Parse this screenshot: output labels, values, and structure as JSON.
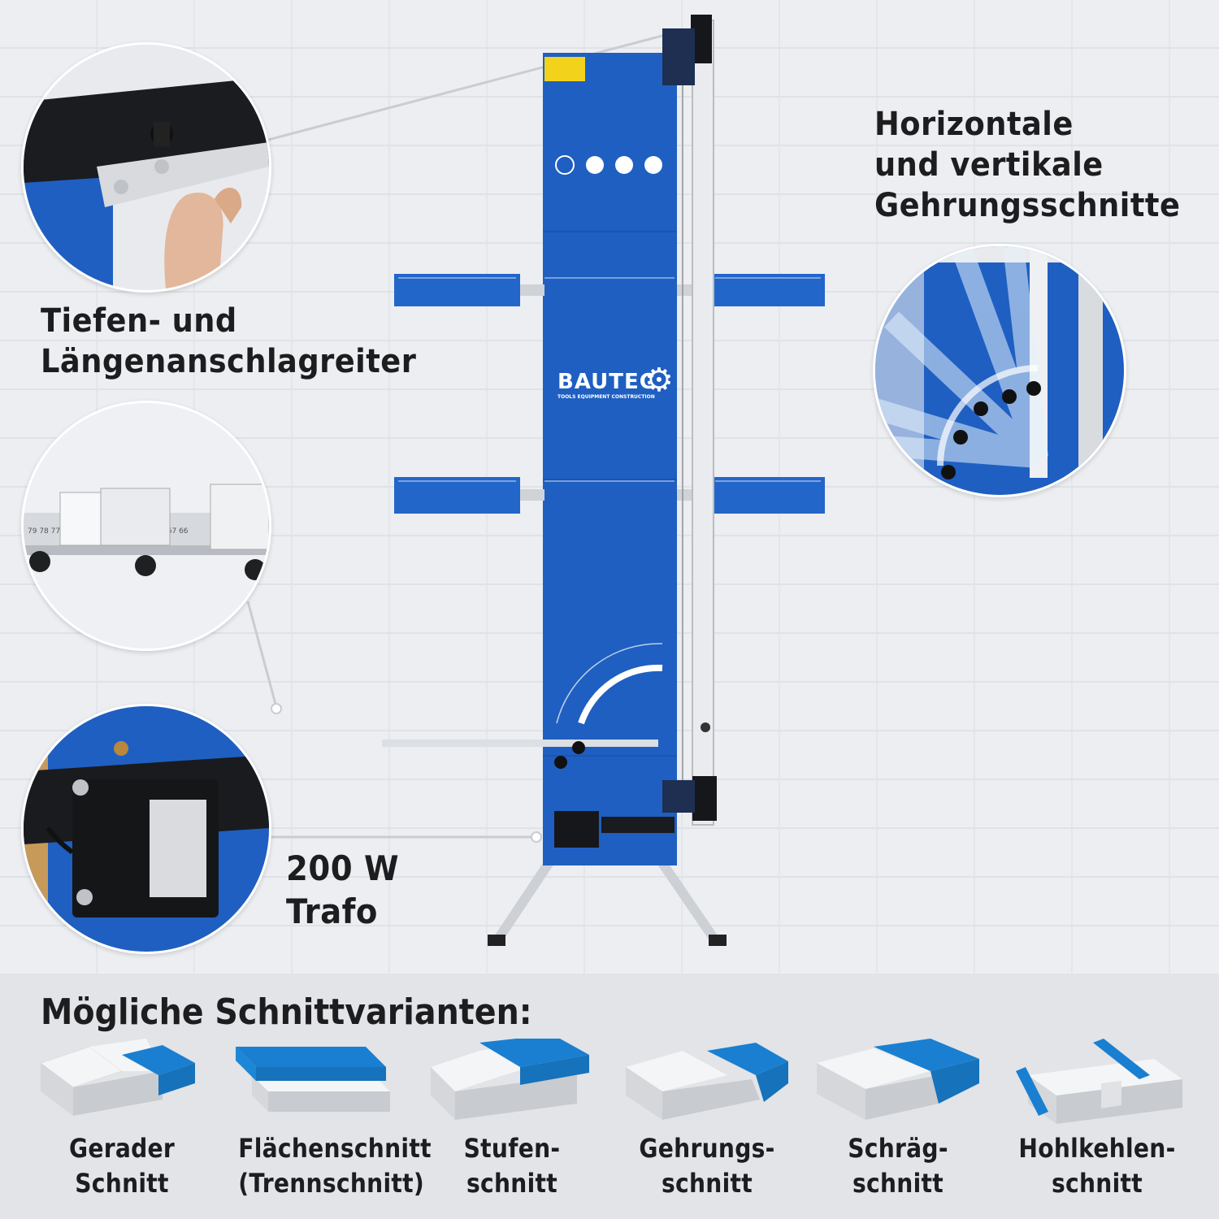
{
  "labels": {
    "right_top": [
      "Horizontale",
      "und vertikale",
      "Gehrungsschnitte"
    ],
    "left_top": [
      "Tiefen- und",
      "Längenanschlagreiter"
    ],
    "trafo": [
      "200 W",
      "Trafo"
    ]
  },
  "brand": {
    "name": "BAUTEC",
    "tagline": "TOOLS EQUIPMENT CONSTRUCTION"
  },
  "section_title": "Mögliche Schnittvarianten:",
  "variants": [
    {
      "lines": [
        "Gerader",
        "Schnitt"
      ],
      "icon": "straight-cut-icon"
    },
    {
      "lines": [
        "Flächenschnitt",
        "(Trennschnitt)"
      ],
      "icon": "surface-cut-icon"
    },
    {
      "lines": [
        "Stufen-",
        "schnitt"
      ],
      "icon": "step-cut-icon"
    },
    {
      "lines": [
        "Gehrungs-",
        "schnitt"
      ],
      "icon": "miter-cut-icon"
    },
    {
      "lines": [
        "Schräg-",
        "schnitt"
      ],
      "icon": "bevel-cut-icon"
    },
    {
      "lines": [
        "Hohlkehlen-",
        "schnitt"
      ],
      "icon": "cove-cut-icon"
    }
  ],
  "colors": {
    "panel_blue": "#1f5fc2",
    "foam_blue": "#1a7fd0",
    "foam_white": "#f4f5f7",
    "text_dark": "#1d1d1f"
  }
}
